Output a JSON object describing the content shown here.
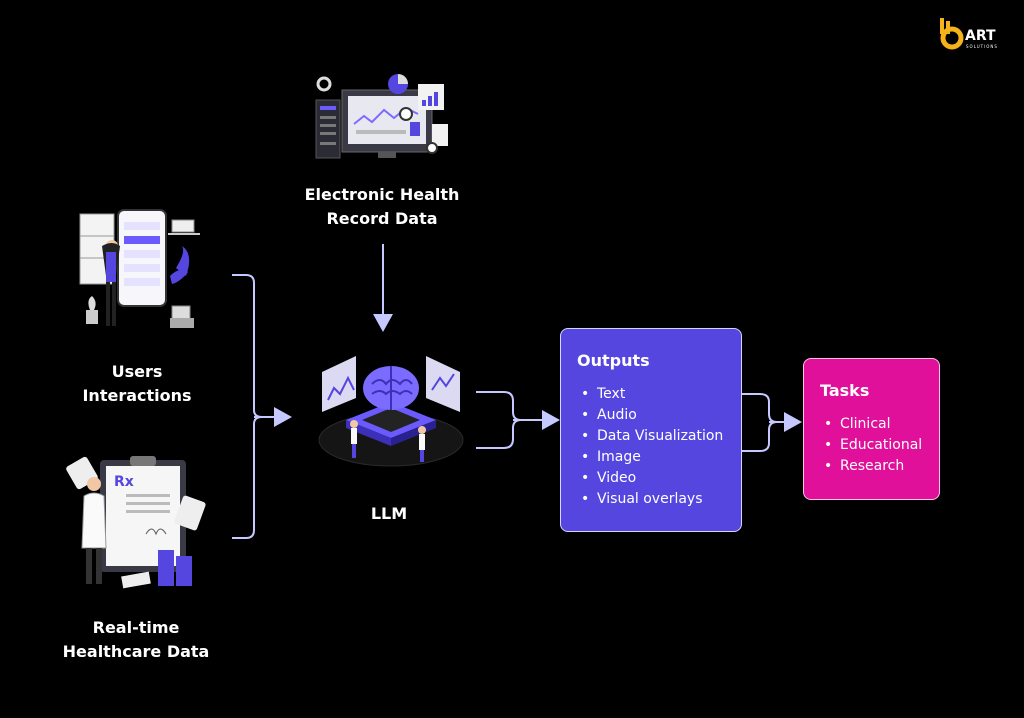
{
  "brand": {
    "logo_text": "ART",
    "logo_subtext": "SOLUTIONS",
    "accent": "#f5b21a"
  },
  "nodes": {
    "ehr": {
      "label_line1": "Electronic Health",
      "label_line2": "Record Data"
    },
    "users": {
      "label_line1": "Users",
      "label_line2": "Interactions"
    },
    "realtime": {
      "label_line1": "Real-time",
      "label_line2": "Healthcare Data"
    },
    "llm": {
      "label": "LLM"
    }
  },
  "outputs": {
    "title": "Outputs",
    "items": [
      "Text",
      "Audio",
      "Data Visualization",
      "Image",
      "Video",
      "Visual overlays"
    ],
    "color": "#5546e0"
  },
  "tasks": {
    "title": "Tasks",
    "items": [
      "Clinical",
      "Educational",
      "Research"
    ],
    "color": "#e0109a"
  },
  "connector_color": "#c6c9ff"
}
